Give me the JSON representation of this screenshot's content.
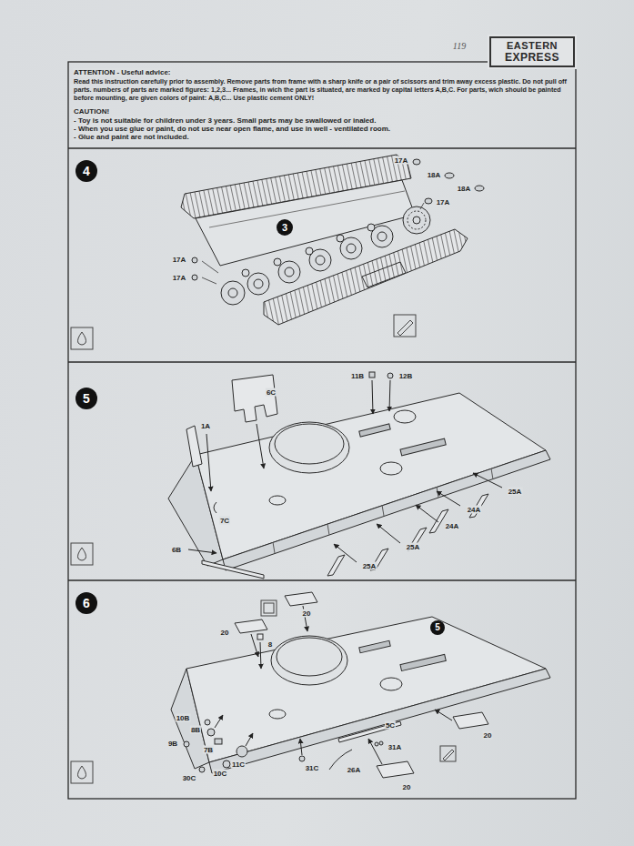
{
  "diagram": {
    "nodes": [
      {
        "text": [
          "EASTERN",
          "EXPRESS"
        ]
      },
      {
        "text": [
          "4"
        ]
      },
      {
        "text": [
          "3"
        ]
      },
      {
        "text": [
          "5"
        ]
      },
      {
        "text": [
          "6"
        ]
      },
      {
        "text": [
          "5"
        ]
      }
    ],
    "labels": [
      "119",
      "ATTENTION - Useful advice:",
      "Read this instruction carefully prior to assembly. Remove parts from frame with a sharp knife or a pair of scissors and trim away excess plastic. Do not pull off parts. numbers of parts are marked figures: 1,2,3... Frames, in wich the part is situated, are marked by capital letters A,B,C. For parts, wich should be painted before mounting, are given colors of paint: A,B,C... Use plastic cement ONLY!",
      "CAUTION!",
      "- Toy is not suitable for children under 3 years. Small parts may be swallowed or inaled.",
      "- When you use glue or paint, do not use near open flame, and use in well - ventilated room.",
      "- Glue and paint are not included.",
      "17A",
      "18A",
      "18A",
      "17A",
      "17A",
      "17A",
      "11B",
      "12B",
      "6C",
      "1A",
      "7C",
      "6B",
      "25A",
      "24A",
      "24A",
      "25A",
      "25A",
      "20",
      "20",
      "8",
      "10B",
      "8B",
      "9B",
      "7B",
      "30C",
      "10C",
      "11C",
      "31C",
      "26A",
      "5C",
      "31A",
      "20",
      "20"
    ]
  }
}
